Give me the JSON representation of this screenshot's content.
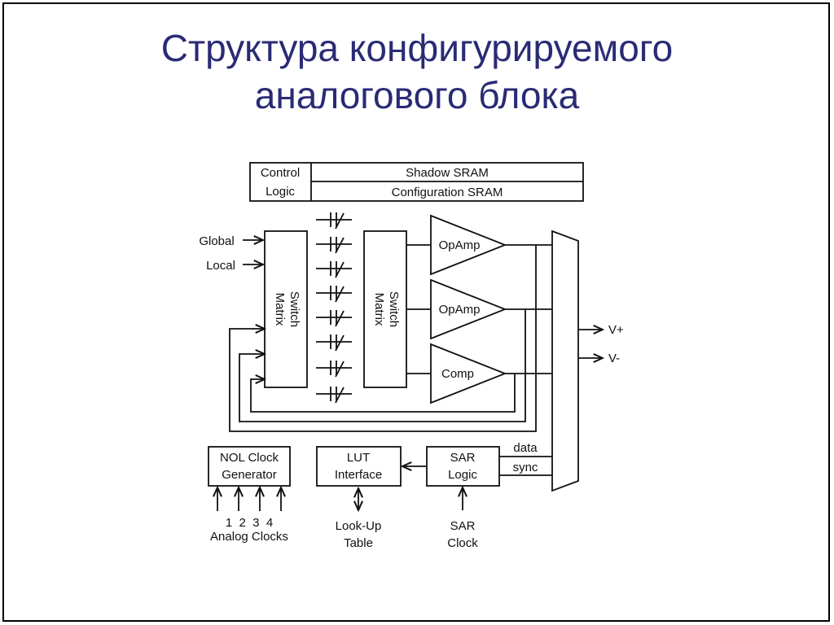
{
  "slide": {
    "title_line1": "Структура конфигурируемого",
    "title_line2": "аналогового блока"
  },
  "diagram": {
    "control_logic_line1": "Control",
    "control_logic_line2": "Logic",
    "shadow_sram": "Shadow SRAM",
    "configuration_sram": "Configuration SRAM",
    "input_global": "Global",
    "input_local": "Local",
    "switch_matrix_1_line1": "Switch",
    "switch_matrix_1_line2": "Matrix",
    "switch_matrix_2_line1": "Switch",
    "switch_matrix_2_line2": "Matrix",
    "opamp_1": "OpAmp",
    "opamp_2": "OpAmp",
    "comparator": "Comp",
    "output_vplus": "V+",
    "output_vminus": "V-",
    "nol_clock_line1": "NOL Clock",
    "nol_clock_line2": "Generator",
    "lut_interface_line1": "LUT",
    "lut_interface_line2": "Interface",
    "sar_logic_line1": "SAR",
    "sar_logic_line2": "Logic",
    "signal_data": "data",
    "signal_sync": "sync",
    "clock_numbers": "1  2  3  4",
    "analog_clocks": "Analog Clocks",
    "lookup_table_line1": "Look-Up",
    "lookup_table_line2": "Table",
    "sar_clock_line1": "SAR",
    "sar_clock_line2": "Clock"
  },
  "colors": {
    "title": "#2a2b75",
    "lines": "#111111"
  }
}
